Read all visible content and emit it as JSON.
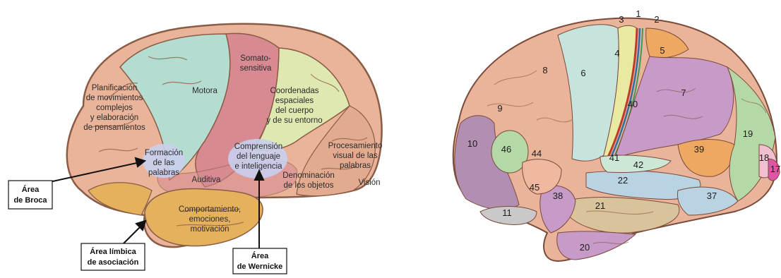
{
  "left_diagram": {
    "regions": {
      "prefrontal": [
        "Planificación",
        "de movimientos",
        "complejos",
        "y elaboración",
        "de pensamientos"
      ],
      "motor": [
        "Motora"
      ],
      "somatosensory": [
        "Somato-",
        "sensitiva"
      ],
      "spatial": [
        "Coordenadas",
        "espaciales",
        "del cuerpo",
        "y de su entorno"
      ],
      "word_formation": [
        "Formación",
        "de las",
        "palabras"
      ],
      "language_comprehension": [
        "Comprensión",
        "del lenguaje",
        "e inteligencia"
      ],
      "visual_words": [
        "Procesamiento",
        "visual de las",
        "palabras"
      ],
      "auditory": [
        "Auditiva"
      ],
      "object_naming": [
        "Denominación",
        "de los objetos"
      ],
      "vision": [
        "Visión"
      ],
      "limbic": [
        "Comportamiento,",
        "emociones,",
        "motivación"
      ]
    },
    "callouts": {
      "broca": [
        "Área",
        "de Broca"
      ],
      "limbic_association": [
        "Área límbica",
        "de asociación"
      ],
      "wernicke": [
        "Área",
        "de Wernicke"
      ]
    }
  },
  "right_diagram": {
    "area_numbers": [
      "1",
      "2",
      "3",
      "4",
      "5",
      "6",
      "7",
      "8",
      "9",
      "10",
      "11",
      "17",
      "18",
      "19",
      "20",
      "21",
      "22",
      "37",
      "38",
      "39",
      "40",
      "41",
      "42",
      "44",
      "45",
      "46"
    ]
  },
  "colors": {
    "prefrontal": "#e9b49a",
    "motor": "#b5dcd0",
    "somatosensory": "#d88a93",
    "spatial": "#dfe8b0",
    "limbic": "#e6b15d",
    "language_blob": "#c9cfee",
    "brain_outline": "#8a5c45"
  }
}
